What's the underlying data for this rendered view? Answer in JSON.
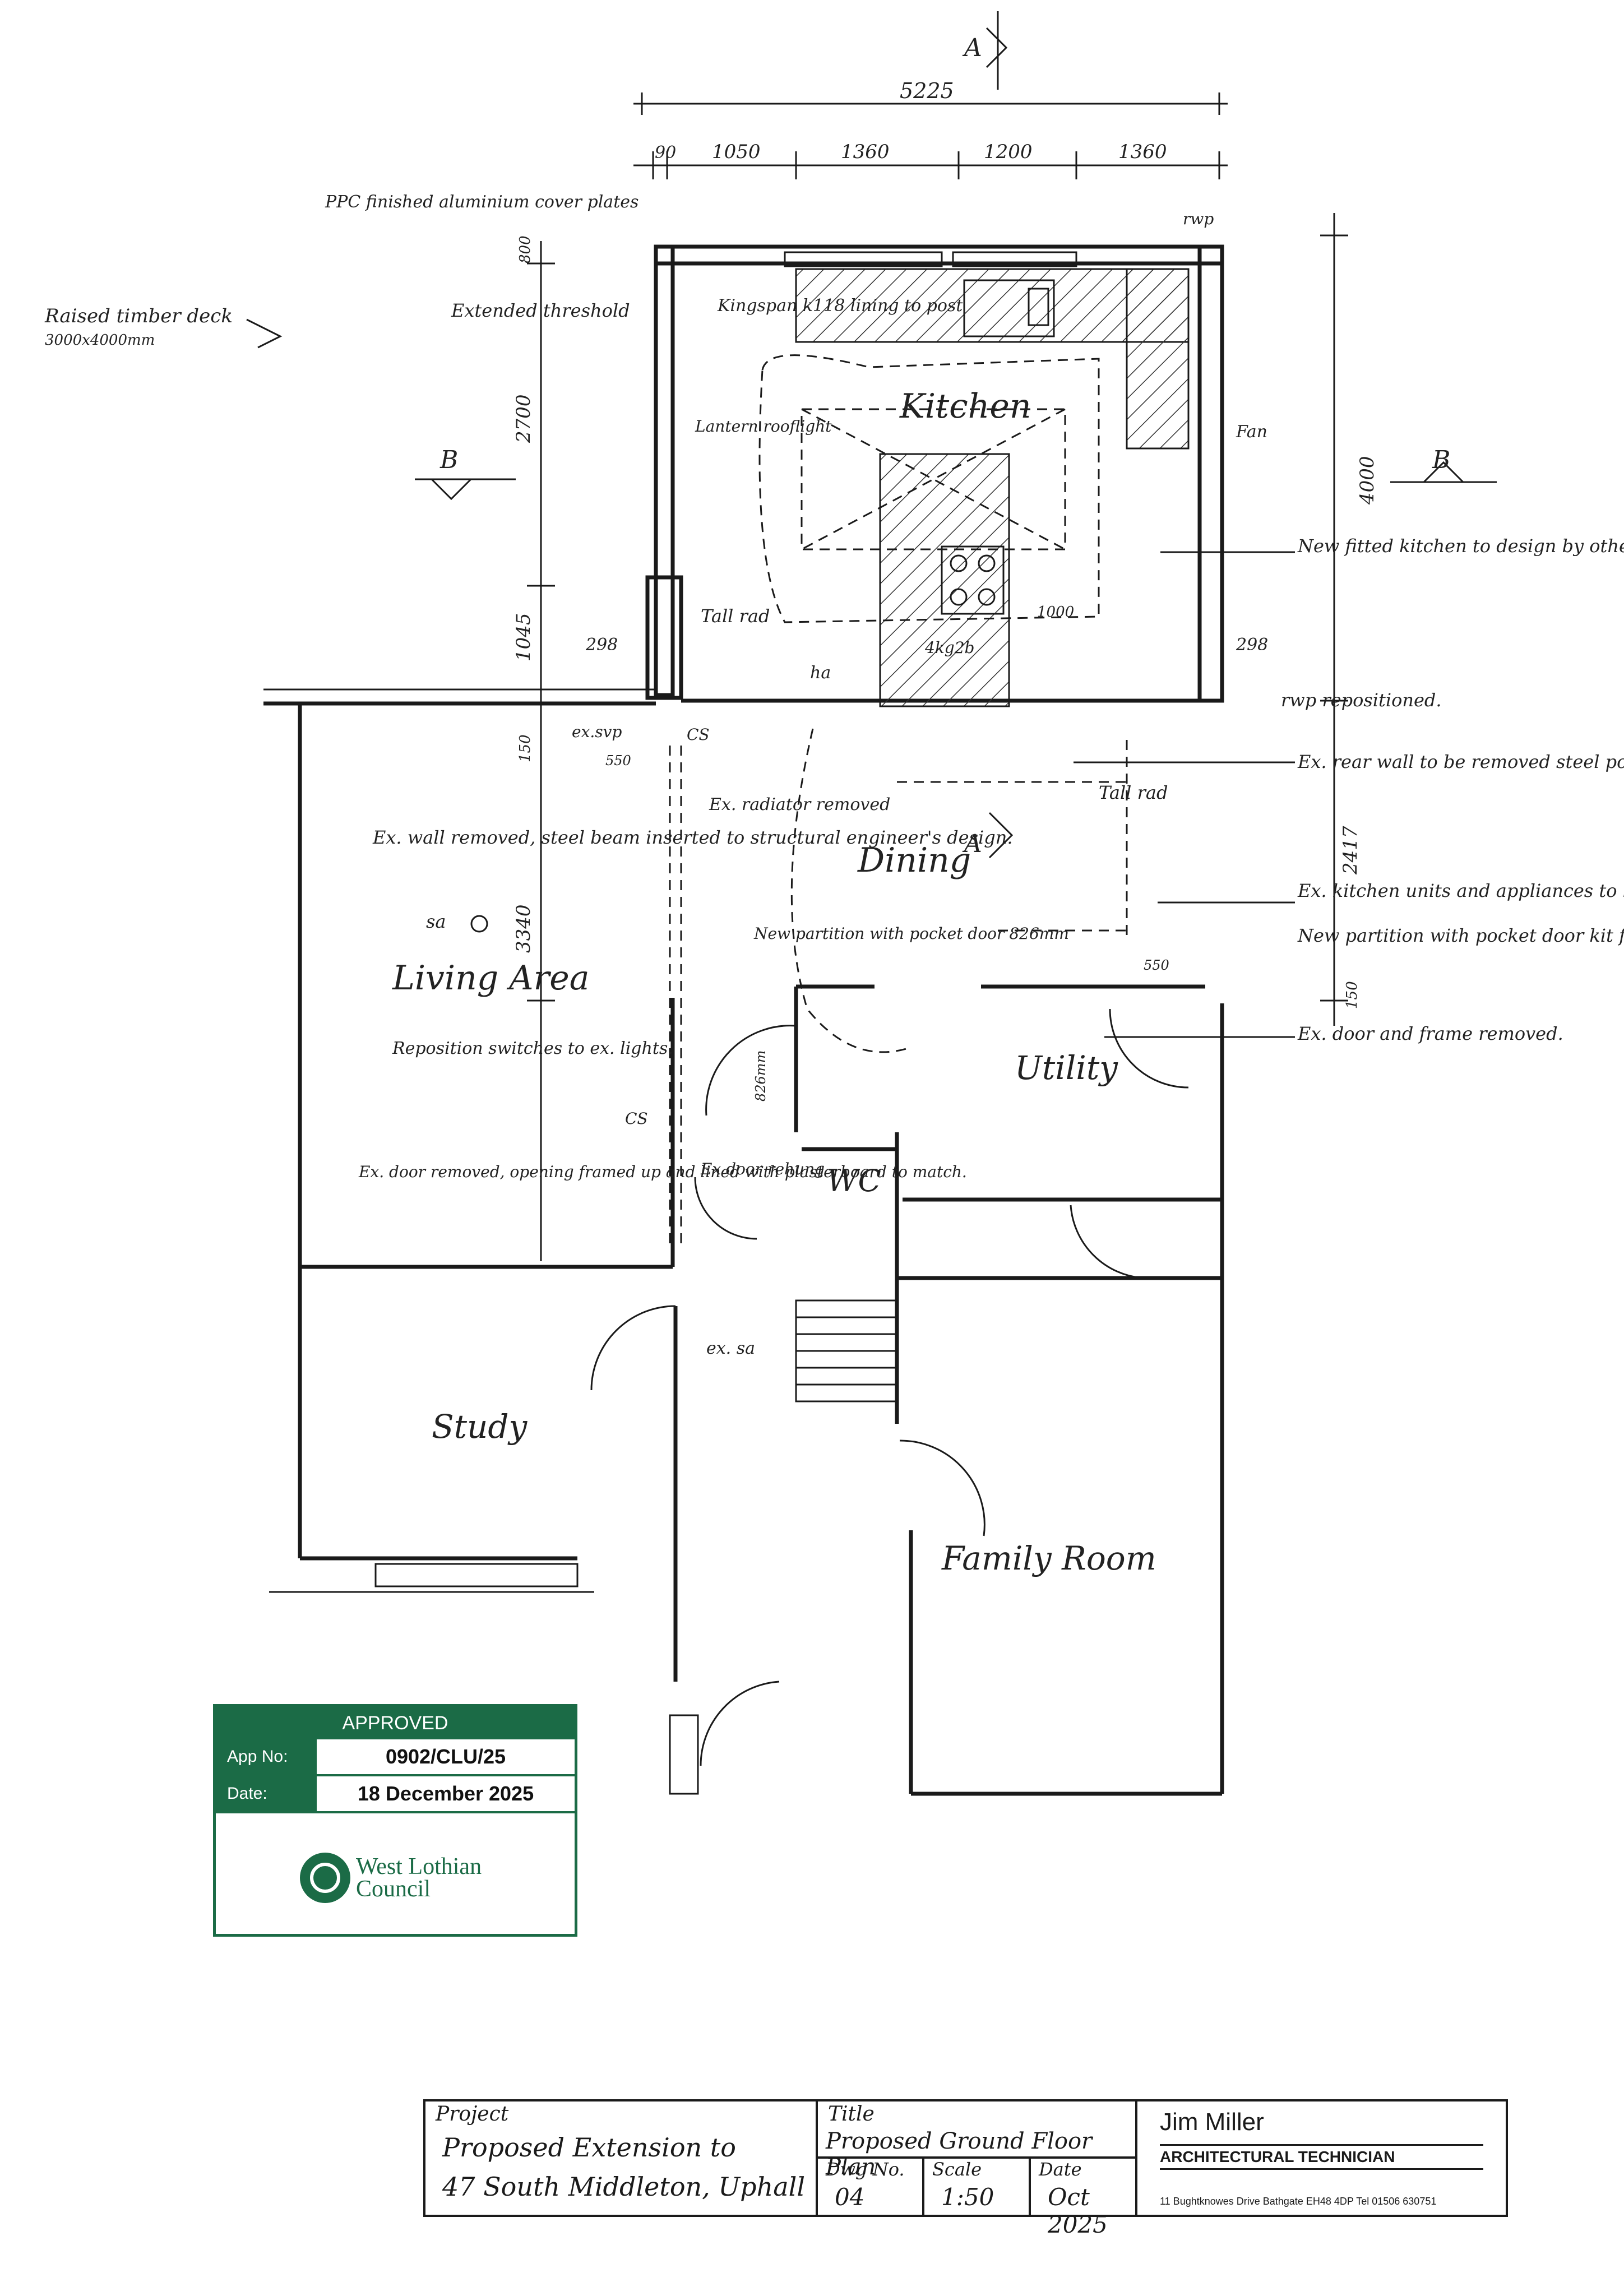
{
  "dimensions": {
    "overall": "5225",
    "segments": [
      "90",
      "1050",
      "1360",
      "1200",
      "1360"
    ],
    "left": [
      "2700",
      "1045",
      "3340"
    ],
    "right": [
      "4000",
      "2417"
    ],
    "misc": [
      "298",
      "298",
      "150",
      "550",
      "550",
      "1000",
      "800",
      "150"
    ]
  },
  "section_markers": {
    "a": "A",
    "b": "B"
  },
  "rooms": {
    "kitchen": "Kitchen",
    "dining": "Dining",
    "living": "Living Area",
    "utility": "Utility",
    "wc": "WC",
    "study": "Study",
    "family": "Family Room"
  },
  "annotations": {
    "ppc": "PPC finished aluminium cover plates",
    "deck": "Raised timber deck",
    "deck_size": "3000x4000mm",
    "threshold": "Extended threshold",
    "kingspan": "Kingspan k118 lining to post",
    "lantern": "Lantern rooflight",
    "rwp_top": "rwp",
    "fan": "Fan",
    "new_kitchen": "New fitted kitchen to design by others.",
    "tall_rad_1": "Tall rad",
    "tall_rad_2": "Tall rad",
    "hob": "4kg2b",
    "ha": "ha",
    "rwp_repos": "rwp repositioned.",
    "ex_svp": "ex.svp",
    "cs1": "CS",
    "cs2": "CS",
    "ex_radiator": "Ex. radiator removed",
    "rear_wall": "Ex. rear wall to be removed steel posts and beam inserted.",
    "ex_wall": "Ex. wall removed, steel beam inserted to structural engineer's design.",
    "sa1": "sa",
    "kitchen_units": "Ex. kitchen units and appliances to be removed.",
    "new_partition": "New partition with pocket door 826mm",
    "pocket_kit": "New partition with pocket door kit formed.",
    "door_826": "826mm",
    "reposition": "Reposition switches to ex. lights.",
    "door_frame": "Ex. door and frame removed.",
    "opening": "Ex. door removed, opening framed up and lined with plasterboard to match.",
    "door_rehung": "Ex door rehung",
    "ex_sa": "ex. sa"
  },
  "stamp": {
    "status": "APPROVED",
    "app_label": "App No:",
    "app_no": "0902/CLU/25",
    "date_label": "Date:",
    "date": "18 December 2025",
    "council_line1": "West Lothian",
    "council_line2": "Council"
  },
  "titleblock": {
    "project_caption": "Project",
    "project_line1": "Proposed Extension to",
    "project_line2": "47 South Middleton, Uphall",
    "title_caption": "Title",
    "title_value": "Proposed Ground Floor Plan",
    "dwg_caption": "Dwg No.",
    "dwg_value": "04",
    "scale_caption": "Scale",
    "scale_value": "1:50",
    "date_caption": "Date",
    "date_value": "Oct 2025",
    "author": "Jim Miller",
    "role": "ARCHITECTURAL TECHNICIAN",
    "address": "11 Bughtknowes Drive Bathgate EH48 4DP   Tel 01506 630751"
  }
}
